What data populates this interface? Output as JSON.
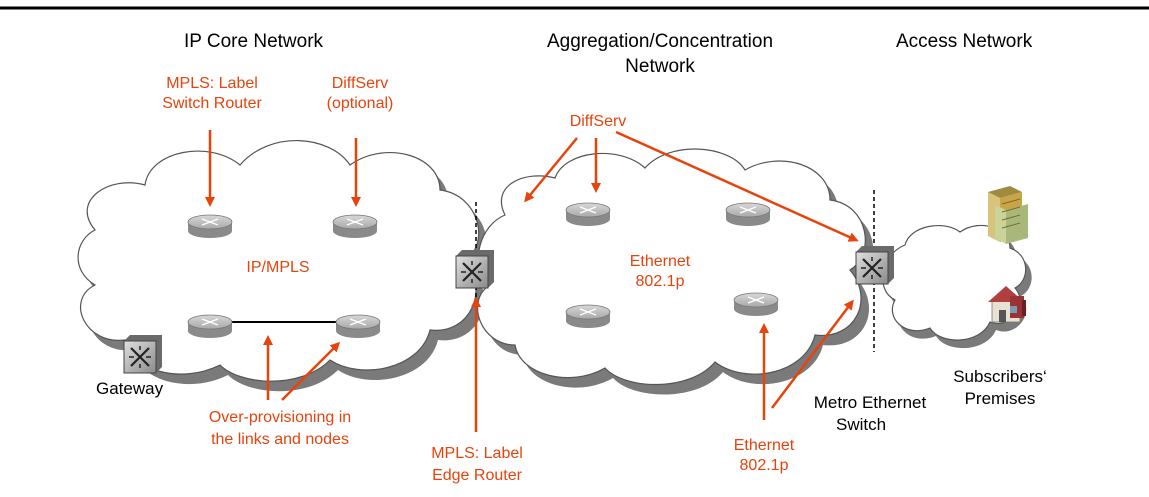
{
  "sections": {
    "ip_core": "IP Core Network",
    "aggregation_line1": "Aggregation/Concentration",
    "aggregation_line2": "Network",
    "access": "Access Network"
  },
  "annotations": {
    "lsr_line1": "MPLS: Label",
    "lsr_line2": "Switch Router",
    "diffserv_opt_line1": "DiffServ",
    "diffserv_opt_line2": "(optional)",
    "diffserv": "DiffServ",
    "ip_mpls": "IP/MPLS",
    "ethernet_cloud_line1": "Ethernet",
    "ethernet_cloud_line2": "802.1p",
    "overprov_line1": "Over-provisioning in",
    "overprov_line2": "the links and nodes",
    "ler_line1": "MPLS: Label",
    "ler_line2": "Edge Router",
    "ethernet_bottom_line1": "Ethernet",
    "ethernet_bottom_line2": "802.1p"
  },
  "labels": {
    "gateway": "Gateway",
    "metro_line1": "Metro Ethernet",
    "metro_line2": "Switch",
    "subscribers_line1": "Subscribers‘",
    "subscribers_line2": "Premises"
  },
  "colors": {
    "annotation": "#E8430C",
    "cloud_fill": "#ffffff",
    "cloud_shadow": "#7a7a7a",
    "router": "#9a9a9a"
  }
}
